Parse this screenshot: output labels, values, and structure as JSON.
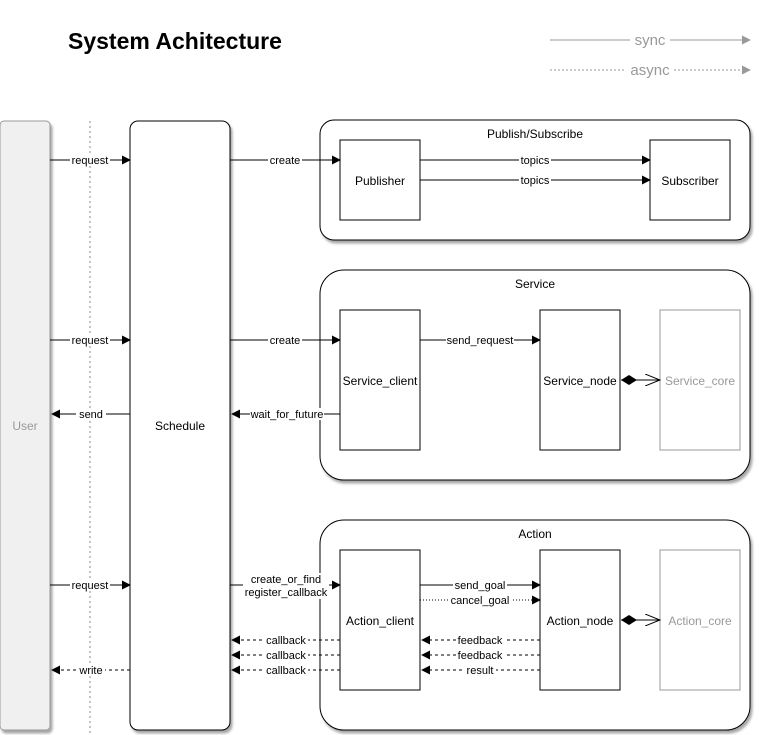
{
  "title": "System Achitecture",
  "legend": {
    "sync": "sync",
    "async": "async"
  },
  "lanes": {
    "user": "User",
    "schedule": "Schedule"
  },
  "groups": {
    "pubsub": {
      "title": "Publish/Subscribe",
      "publisher": "Publisher",
      "subscriber": "Subscriber",
      "topics_1": "topics",
      "topics_2": "topics",
      "request": "request",
      "create": "create"
    },
    "service": {
      "title": "Service",
      "client": "Service_client",
      "node": "Service_node",
      "core": "Service_core",
      "request": "request",
      "create": "create",
      "send_request": "send_request",
      "wait_for_future": "wait_for_future",
      "send": "send"
    },
    "action": {
      "title": "Action",
      "client": "Action_client",
      "node": "Action_node",
      "core": "Action_core",
      "request": "request",
      "create_or_find": "create_or_find",
      "register_callback": "register_callback",
      "send_goal": "send_goal",
      "cancel_goal": "cancel_goal",
      "feedback_1": "feedback",
      "feedback_2": "feedback",
      "result": "result",
      "callback_1": "callback",
      "callback_2": "callback",
      "callback_3": "callback",
      "write": "write"
    }
  },
  "colors": {
    "line": "#000000",
    "legend": "#999999",
    "user_fill": "#f0f0f0",
    "muted": "#999999"
  }
}
